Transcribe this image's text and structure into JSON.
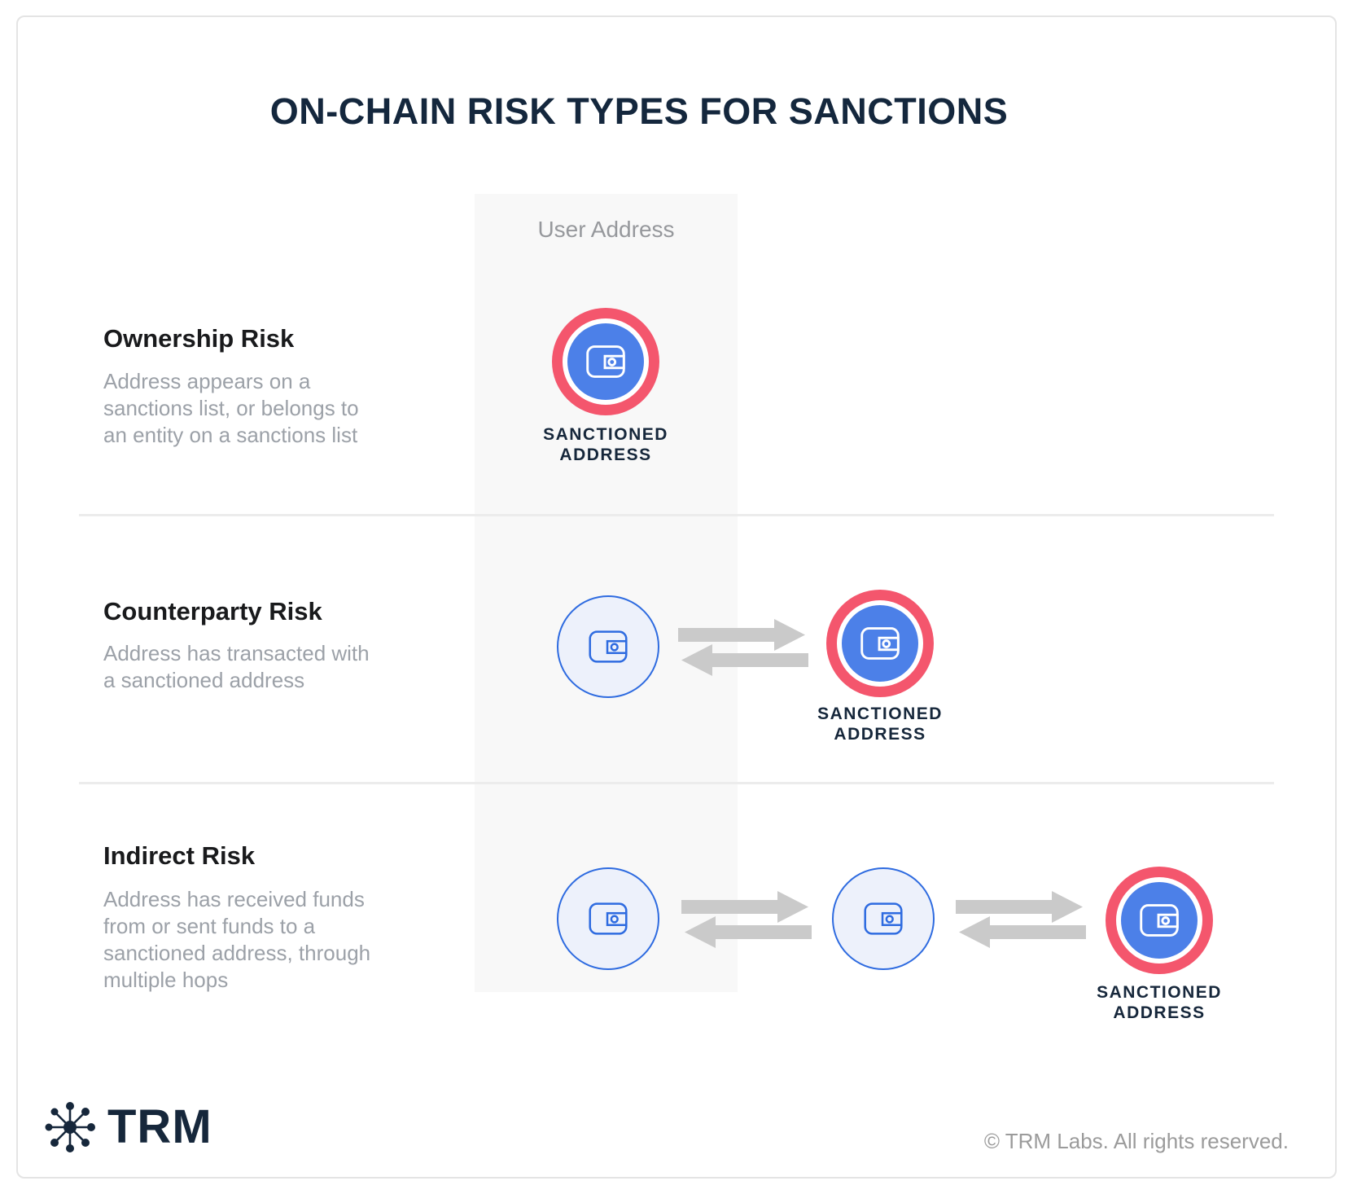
{
  "title": "ON-CHAIN RISK TYPES FOR SANCTIONS",
  "user_address_column": {
    "label": "User Address"
  },
  "sections": [
    {
      "heading": "Ownership Risk",
      "description_lines": [
        "Address appears on a",
        "sanctions list, or belongs to",
        "an entity on a sanctions list"
      ]
    },
    {
      "heading": "Counterparty Risk",
      "description_lines": [
        "Address has transacted with",
        "a sanctioned address"
      ]
    },
    {
      "heading": "Indirect Risk",
      "description_lines": [
        "Address has received funds",
        "from or sent funds to a",
        "sanctioned address, through",
        "multiple hops"
      ]
    }
  ],
  "labels": {
    "sanctioned_address_lines": [
      "SANCTIONED",
      "ADDRESS"
    ]
  },
  "icons": {
    "wallet": "wallet",
    "transfer_arrows": "bidirectional-horizontal-arrows",
    "brand_mark": "network-hub-asterisk"
  },
  "footer": {
    "brand_name": "TRM",
    "copyright": "© TRM Labs. All rights reserved."
  },
  "colors": {
    "navy": "#16273B",
    "title_navy": "#14273D",
    "sanction_ring_pink": "#F4566D",
    "sanction_disc_blue": "#4C80E8",
    "wallet_outline_blue": "#2E6BE0",
    "wallet_fill": "#EDF1FB",
    "arrow_gray": "#CACACA",
    "column_gray": "#F8F8F8",
    "text_gray": "#9CA1A8"
  }
}
